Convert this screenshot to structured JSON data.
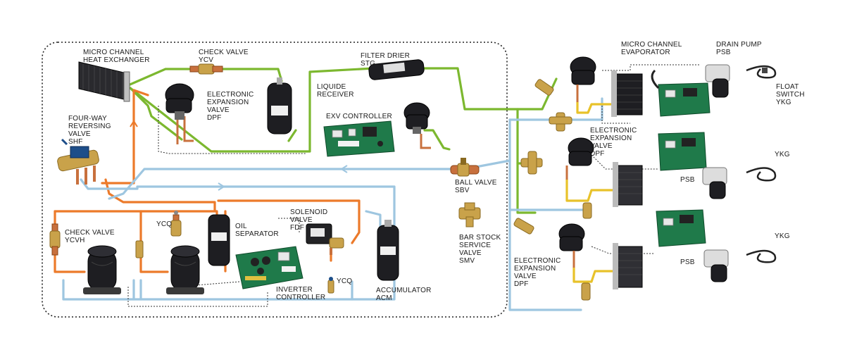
{
  "colors": {
    "green_line": "#7cb82f",
    "orange_line": "#ec7a2a",
    "blue_line": "#9ec6e0",
    "yellow_line": "#e8c22a",
    "dashed_frame": "#222222"
  },
  "labels": {
    "micro_channel_hx": [
      "MICRO CHANNEL",
      "HEAT EXCHANGER"
    ],
    "check_valve_ycv": [
      "CHECK VALVE",
      "YCV"
    ],
    "filter_drier": [
      "FILTER DRIER",
      "STG"
    ],
    "liquid_receiver": [
      "LIQUIDE",
      "RECEIVER"
    ],
    "eev_dpf_top": [
      "ELECTRONIC",
      "EXPANSION",
      "VALVE",
      "DPF"
    ],
    "exv_controller": [
      "EXV CONTROLLER"
    ],
    "four_way_valve": [
      "FOUR-WAY",
      "REVERSING",
      "VALVE",
      "SHF"
    ],
    "ycq_left": [
      "YCQ"
    ],
    "check_valve_ycvh": [
      "CHECK VALVE",
      "YCVH"
    ],
    "oil_separator": [
      "OIL",
      "SEPARATOR"
    ],
    "solenoid_valve": [
      "SOLENOID",
      "VALVE",
      "FDF"
    ],
    "ycq_right": [
      "YCQ"
    ],
    "inverter_controller": [
      "INVERTER",
      "CONTROLLER"
    ],
    "accumulator": [
      "ACCUMULATOR",
      "ACM"
    ],
    "ball_valve": [
      "BALL VALVE",
      "SBV"
    ],
    "bar_stock_valve": [
      "BAR STOCK",
      "SERVICE",
      "VALVE",
      "SMV"
    ],
    "micro_channel_evap": [
      "MICRO CHANNEL",
      "EVAPORATOR"
    ],
    "drain_pump": [
      "DRAIN PUMP",
      "PSB"
    ],
    "float_switch": [
      "FLOAT",
      "SWITCH",
      "YKG"
    ],
    "eev_dpf_mid": [
      "ELECTRONIC",
      "EXPANSION",
      "VALVE",
      "DPF"
    ],
    "eev_dpf_bottom": [
      "ELECTRONIC",
      "EXPANSION",
      "VALVE",
      "DPF"
    ],
    "psb_mid": [
      "PSB"
    ],
    "ykg_mid": [
      "YKG"
    ],
    "psb_bottom": [
      "PSB"
    ],
    "ykg_bottom": [
      "YKG"
    ]
  },
  "icons": [
    "heat-exchanger-icon",
    "check-valve-icon",
    "filter-drier-icon",
    "receiver-tank-icon",
    "expansion-valve-icon",
    "pcb-controller-icon",
    "four-way-valve-icon",
    "compressor-icon",
    "oil-separator-icon",
    "solenoid-valve-icon",
    "accumulator-icon",
    "ball-valve-icon",
    "service-valve-icon",
    "evaporator-icon",
    "drain-pump-icon",
    "float-switch-icon"
  ]
}
